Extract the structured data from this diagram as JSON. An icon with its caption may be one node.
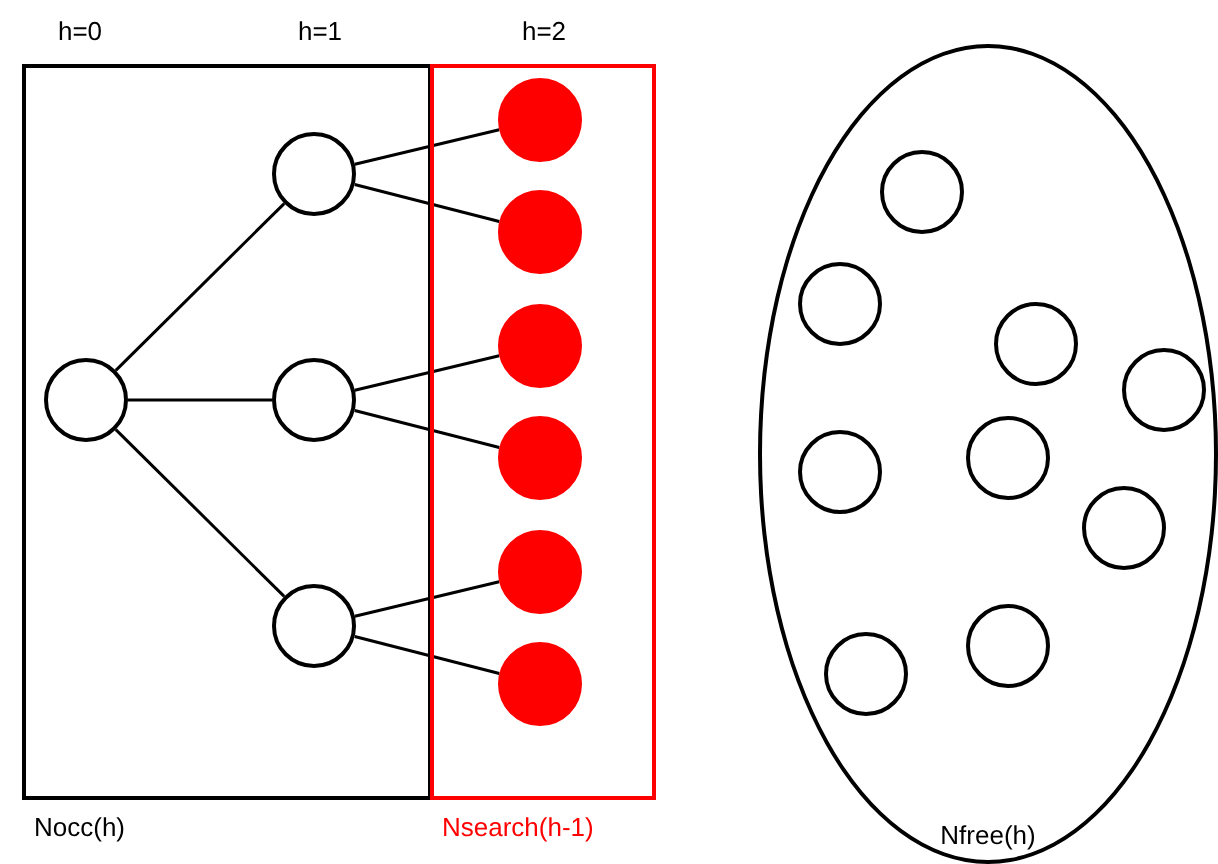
{
  "diagram": {
    "nodes": [
      {
        "text": [
          "Nocc(h)"
        ]
      },
      {
        "text": [
          "Nsearch(h-1)"
        ]
      },
      {
        "text": [],
        "shape": "circle",
        "in": 0
      },
      {
        "text": [],
        "shape": "circle",
        "in": 0
      },
      {
        "text": [],
        "shape": "circle",
        "in": 0
      },
      {
        "text": [],
        "shape": "circle",
        "in": 0
      },
      {
        "text": [],
        "shape": "circle",
        "in": 1
      },
      {
        "text": [],
        "shape": "circle",
        "in": 1
      },
      {
        "text": [],
        "shape": "circle",
        "in": 1
      },
      {
        "text": [],
        "shape": "circle",
        "in": 1
      },
      {
        "text": [],
        "shape": "circle",
        "in": 1
      },
      {
        "text": [],
        "shape": "circle",
        "in": 1
      },
      {
        "text": [
          "Nfree(h)"
        ]
      },
      {
        "text": [],
        "shape": "circle",
        "in": 12
      },
      {
        "text": [],
        "shape": "circle",
        "in": 12
      },
      {
        "text": [],
        "shape": "circle",
        "in": 12
      },
      {
        "text": [],
        "shape": "circle",
        "in": 12
      },
      {
        "text": [],
        "shape": "circle",
        "in": 12
      },
      {
        "text": [],
        "shape": "circle",
        "in": 12
      },
      {
        "text": [],
        "shape": "circle",
        "in": 12
      },
      {
        "text": [],
        "shape": "circle",
        "in": 12
      },
      {
        "text": [],
        "shape": "circle",
        "in": 12
      }
    ],
    "edges": [
      {
        "from": 2,
        "to": 3,
        "arrow": "none"
      },
      {
        "from": 2,
        "to": 4,
        "arrow": "none"
      },
      {
        "from": 2,
        "to": 5,
        "arrow": "none"
      },
      {
        "from": 3,
        "to": 6,
        "arrow": "none"
      },
      {
        "from": 3,
        "to": 7,
        "arrow": "none"
      },
      {
        "from": 4,
        "to": 8,
        "arrow": "none"
      },
      {
        "from": 4,
        "to": 9,
        "arrow": "none"
      },
      {
        "from": 5,
        "to": 10,
        "arrow": "none"
      },
      {
        "from": 5,
        "to": 11,
        "arrow": "none"
      }
    ],
    "labels": [
      "h=0",
      "h=1",
      "h=2"
    ]
  }
}
